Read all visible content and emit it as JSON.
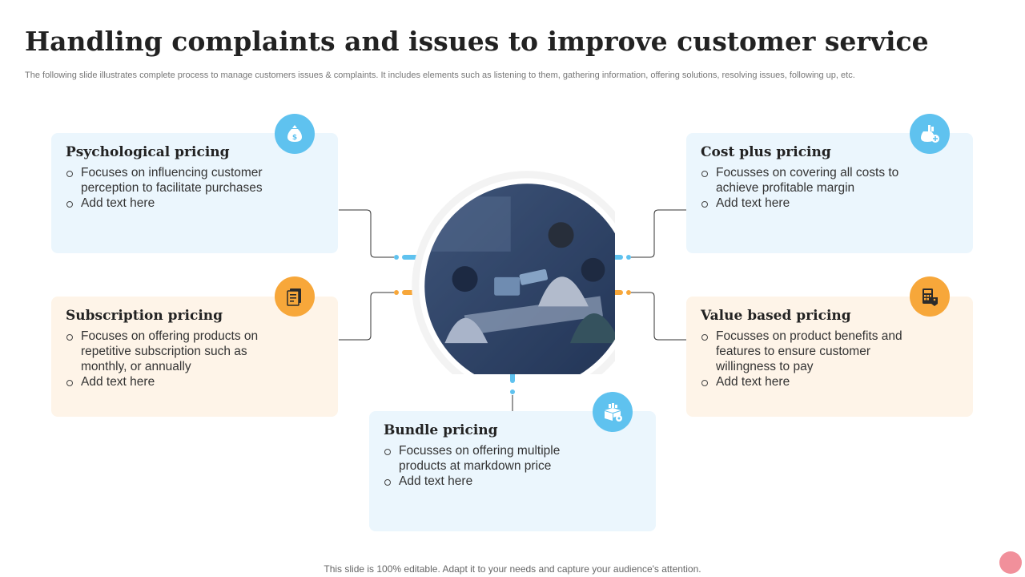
{
  "header": {
    "title": "Handling complaints and issues to improve customer service",
    "subtitle": "The following slide illustrates complete process to manage customers issues & complaints. It includes elements such as listening to them, gathering information, offering solutions, resolving issues, following up, etc."
  },
  "cards": [
    {
      "title": "Psychological pricing",
      "bullets": [
        "Focuses on influencing customer perception to facilitate purchases",
        "Add text here"
      ],
      "theme": "blue",
      "icon": "money-bag-icon"
    },
    {
      "title": "Subscription pricing",
      "bullets": [
        "Focuses on offering products on repetitive subscription such as monthly, or annually",
        "Add text here"
      ],
      "theme": "orange",
      "icon": "subscription-document-icon"
    },
    {
      "title": "Cost plus pricing",
      "bullets": [
        "Focusses on covering all costs to achieve profitable margin",
        "Add text here"
      ],
      "theme": "blue",
      "icon": "money-stack-plus-icon"
    },
    {
      "title": "Value based pricing",
      "bullets": [
        "Focusses on product benefits and features to ensure customer willingness to pay",
        "Add text here"
      ],
      "theme": "orange",
      "icon": "calculator-price-tag-icon"
    },
    {
      "title": "Bundle pricing",
      "bullets": [
        "Focusses on offering multiple products at markdown price",
        "Add text here"
      ],
      "theme": "blue",
      "icon": "product-box-gear-icon"
    }
  ],
  "colors": {
    "blue_accent": "#5fc2ef",
    "orange_accent": "#f7a73a",
    "blue_card": "#ebf6fd",
    "orange_card": "#fef4e8"
  },
  "center": {
    "image": "team-meeting-photo"
  },
  "footer": {
    "text": "This slide is 100% editable. Adapt it to your needs and capture your audience's attention."
  }
}
